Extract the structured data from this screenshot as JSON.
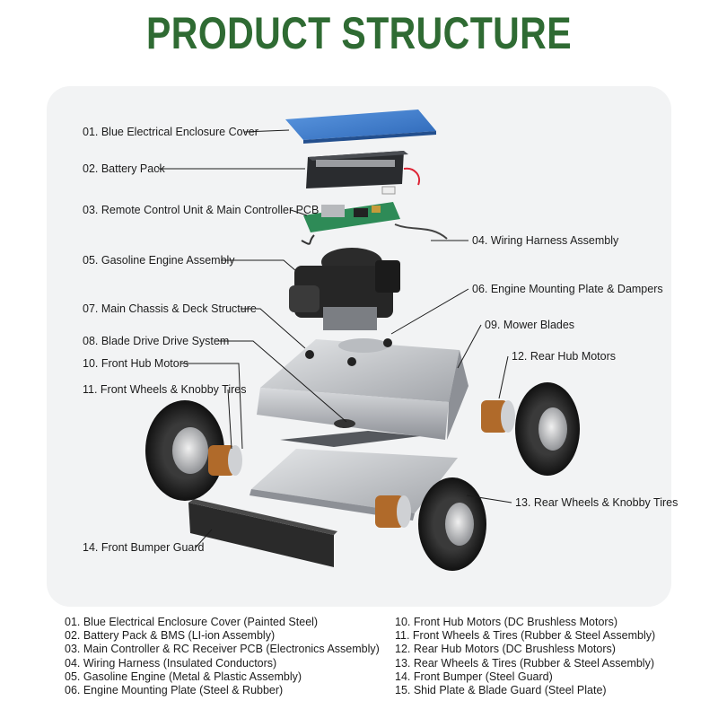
{
  "title": "PRODUCT STRUCTURE",
  "callouts": {
    "c01": "01. Blue Electrical Enclosure Cover",
    "c02": "02. Battery Pack",
    "c03": "03. Remote Control Unit & Main Controller PCB",
    "c04": "04. Wiring Harness Assembly",
    "c05": "05. Gasoline Engine Assembly",
    "c06": "06. Engine Mounting Plate & Dampers",
    "c07": "07. Main Chassis & Deck Structure",
    "c08": "08. Blade Drive Drive System",
    "c09": "09. Mower Blades",
    "c10": "10. Front Hub Motors",
    "c11": "11. Front Wheels & Knobby Tires",
    "c12": "12. Rear Hub Motors",
    "c13": "13. Rear Wheels & Knobby Tires",
    "c14": "14. Front Bumper Guard"
  },
  "legend_left": [
    "01. Blue Electrical Enclosure Cover (Painted Steel)",
    "02. Battery Pack & BMS (LI-ion Assembly)",
    "03. Main Controller & RC Receiver PCB (Electronics Assembly)",
    "04. Wiring Harness (Insulated Conductors)",
    "05. Gasoline Engine (Metal & Plastic Assembly)",
    "06. Engine Mounting Plate (Steel & Rubber)"
  ],
  "legend_right": [
    "10. Front Hub Motors (DC Brushless Motors)",
    "11. Front Wheels & Tires (Rubber & Steel Assembly)",
    "12. Rear Hub Motors (DC Brushless Motors)",
    "13. Rear Wheels & Tires (Rubber & Steel Assembly)",
    "14. Front Bumper (Steel Guard)",
    "15. Shid Plate & Blade Guard (Steel Plate)"
  ],
  "colors": {
    "title": "#2f6b33",
    "cover": "#3f7fd0",
    "pcb": "#2e8b57",
    "panel": "#f2f3f4"
  }
}
